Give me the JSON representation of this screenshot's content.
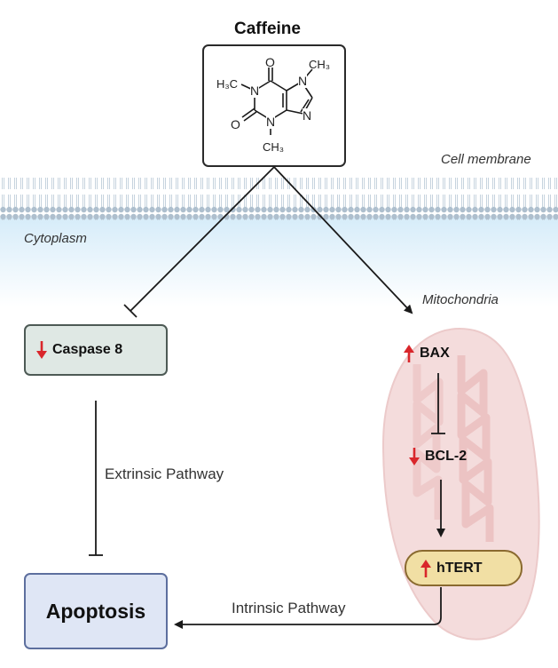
{
  "title": "Caffeine",
  "labels": {
    "cell_membrane": "Cell membrane",
    "cytoplasm": "Cytoplasm",
    "mitochondria": "Mitochondria",
    "extrinsic": "Extrinsic Pathway",
    "intrinsic": "Intrinsic Pathway"
  },
  "molecule": {
    "h3c_left": "H₃C",
    "ch3_top": "CH₃",
    "ch3_bottom": "CH₃",
    "n1": "N",
    "n3": "N",
    "n7": "N",
    "n9": "N",
    "o_top": "O",
    "o_left": "O"
  },
  "nodes": {
    "caspase": {
      "label": "Caspase 8",
      "direction": "down"
    },
    "apoptosis": {
      "label": "Apoptosis"
    },
    "bax": {
      "label": "BAX",
      "direction": "up"
    },
    "bcl2": {
      "label": "BCL-2",
      "direction": "down"
    },
    "htert": {
      "label": "hTERT",
      "direction": "up"
    }
  },
  "colors": {
    "up_down_arrow": "#d9262b",
    "membrane": "#b8c8d6",
    "cytoplasm_gradient": "#e3f2fb",
    "mitochondria_fill": "#f4dcdc",
    "mitochondria_cristae": "#e9b7b7",
    "caspase_fill": "#dfe8e4",
    "apoptosis_fill": "#dfe6f5",
    "htert_fill": "#f1dfa4"
  }
}
